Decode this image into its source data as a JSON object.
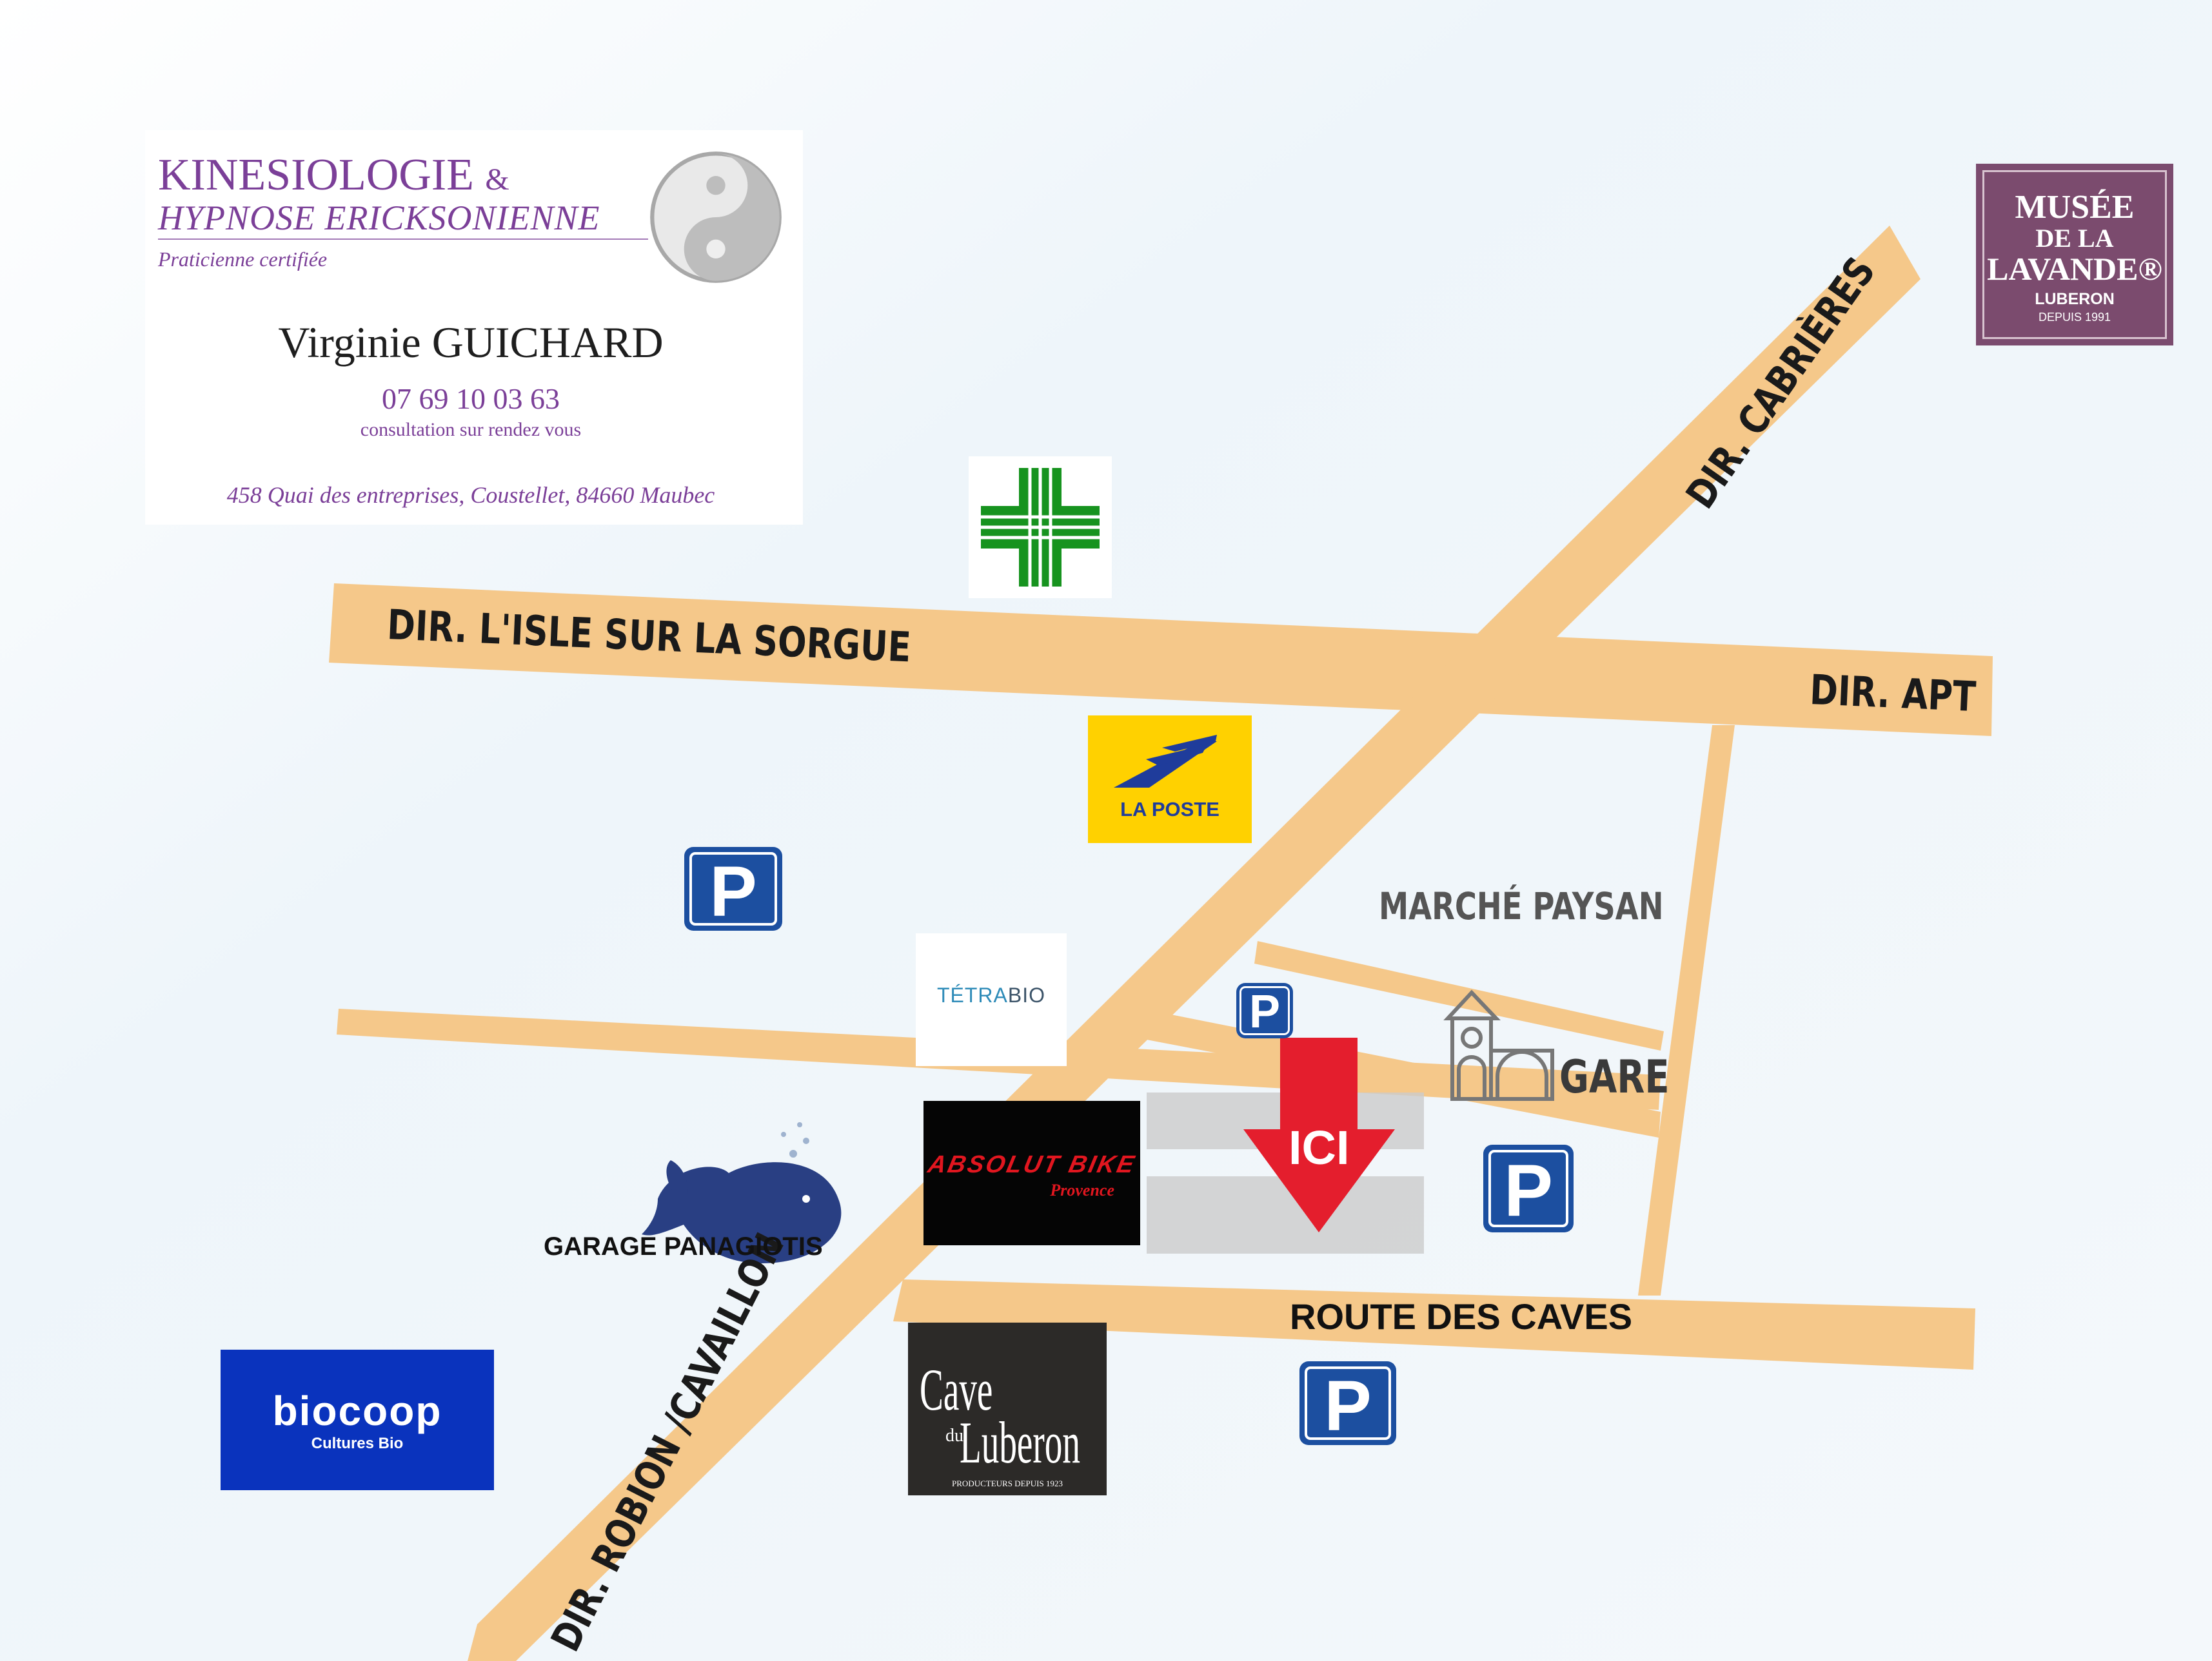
{
  "colors": {
    "background": "#ffffff",
    "road": "#f5c88a",
    "parking": "#1c4fa0",
    "arrow": "#e41e2d",
    "card_accent": "#7b3f98",
    "musee_bg": "#7b4b6e",
    "poste_bg": "#ffd100",
    "biocoop_bg": "#0a33bd",
    "pharmacy_green": "#17931f"
  },
  "card": {
    "title": "KINESIOLOGIE",
    "amp": "&",
    "subtitle": "HYPNOSE  ERICKSONIENNE",
    "certified": "Praticienne certifiée",
    "name": "Virginie GUICHARD",
    "phone": "07 69 10 03 63",
    "consultation": "consultation sur rendez vous",
    "address": "458 Quai des entreprises, Coustellet, 84660 Maubec",
    "icon": "yin-yang-icon"
  },
  "musee": {
    "line1": "MUSÉE",
    "line2": "DE LA",
    "line3": "LAVANDE®",
    "line4": "LUBERON",
    "line5": "DEPUIS 1991"
  },
  "roads": {
    "isle": "DIR. L'ISLE SUR LA SORGUE",
    "apt": "DIR. APT",
    "cabrieres": "DIR. CABRIÈRES",
    "robion": "DIR. ROBION /CAVAILLON"
  },
  "places": {
    "marche": "MARCHÉ PAYSAN",
    "gare": "GARE",
    "route_caves": "ROUTE DES CAVES",
    "garage": "GARAGE PANAGIOTIS",
    "ici": "ICI"
  },
  "logos": {
    "pharmacy": "pharmacy-cross-icon",
    "poste": "LA POSTE",
    "tetrabio_a": "TÉTRA",
    "tetrabio_b": "BIO",
    "absolut_1": "ABSOLUT BIKE",
    "absolut_2": "Provence",
    "cave_1": "Cave",
    "cave_2": "Luberon",
    "cave_small": "du",
    "cave_footer": "PRODUCTEURS DEPUIS 1923",
    "biocoop_1": "biocoop",
    "biocoop_2": "Cultures Bio",
    "whale": "whale-icon",
    "station": "train-station-icon"
  },
  "parking_label": "P"
}
